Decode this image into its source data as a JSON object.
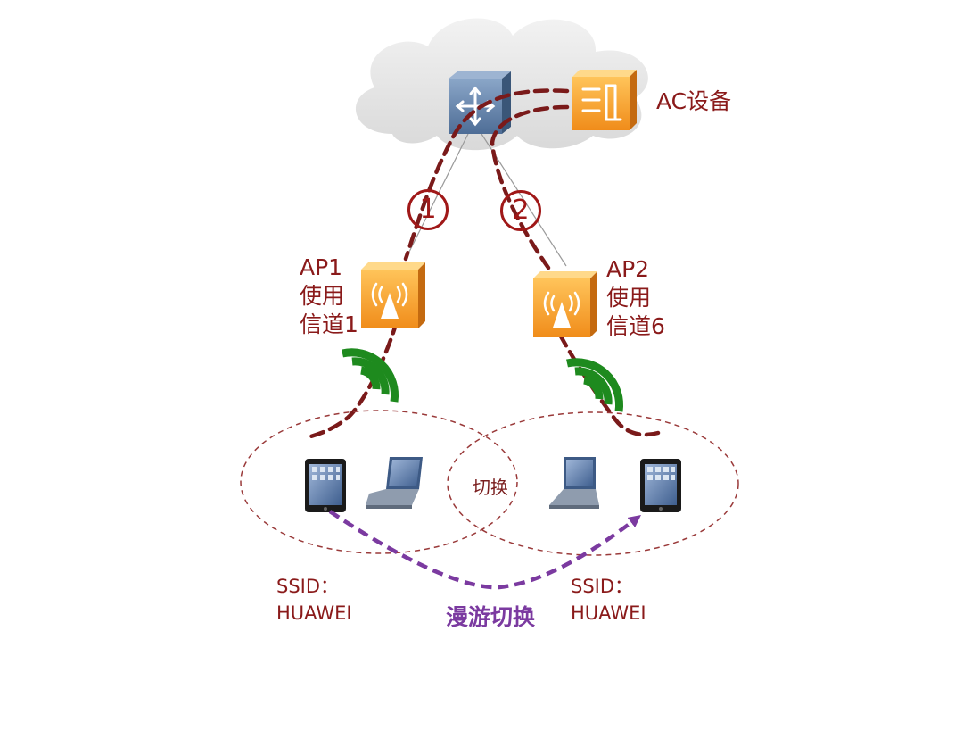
{
  "ac_label": "AC设备",
  "marker_1": "1",
  "marker_2": "2",
  "ap1": {
    "line1": "AP1",
    "line2": "使用",
    "line3": "信道1"
  },
  "ap2": {
    "line1": "AP2",
    "line2": "使用",
    "line3": "信道6"
  },
  "overlap_label": "切换",
  "ssid_left": {
    "line1": "SSID：",
    "line2": "HUAWEI"
  },
  "ssid_right": {
    "line1": "SSID：",
    "line2": "HUAWEI"
  },
  "roam_label": "漫游切换",
  "colors": {
    "path_dark_red": "#7a1a1a",
    "roam_purple": "#7b3aa0",
    "ap_orange": "#f4a02c",
    "switch_blue": "#5d7ea8",
    "wifi_green": "#1e8a1e"
  }
}
